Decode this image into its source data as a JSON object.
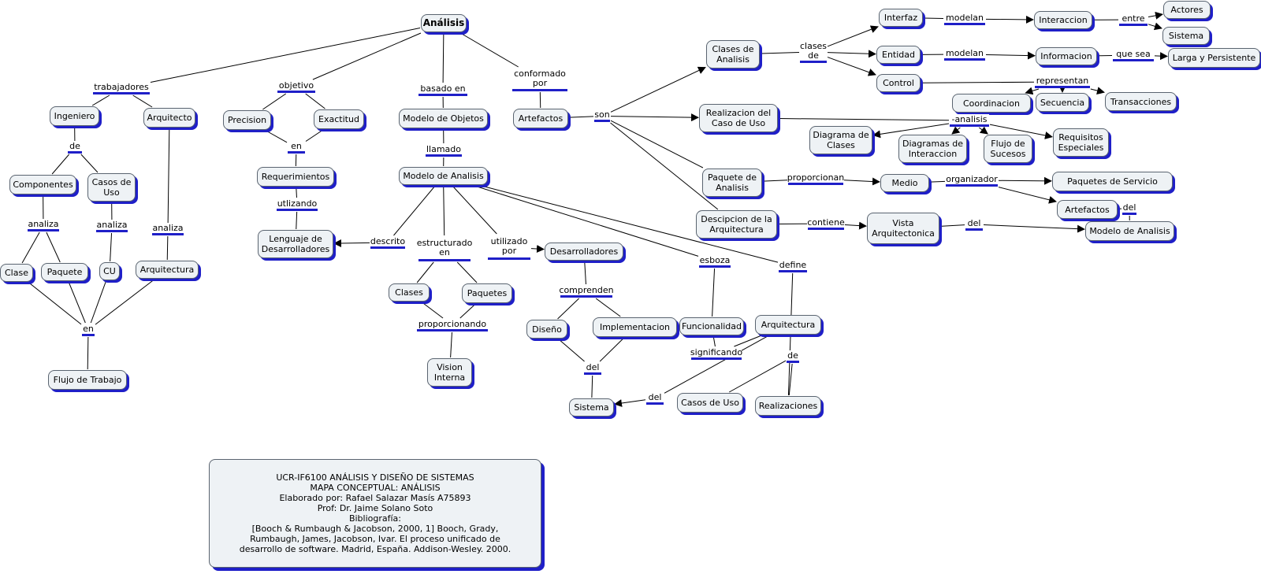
{
  "root": "Análisis",
  "concepts": [
    "Ingeniero",
    "Arquitecto",
    "Componentes",
    "Casos de\nUso",
    "Clase",
    "Paquete",
    "CU",
    "Arquitectura",
    "Flujo de Trabajo",
    "Precision",
    "Exactitud",
    "Requerimientos",
    "Lenguaje de\nDesarrolladores",
    "Modelo de Objetos",
    "Modelo de Analisis",
    "Clases",
    "Paquetes",
    "Vision\nInterna",
    "Desarrolladores",
    "Diseño",
    "Implementacion",
    "Sistema",
    "Funcionalidad",
    "Arquitectura",
    "Realizaciones",
    "Casos de Uso",
    "Artefactos",
    "Clases de\nAnalisis",
    "Realizacion del\nCaso de Uso",
    "Paquete de\nAnalisis",
    "Descipcion de la\nArquitectura",
    "Interfaz",
    "Entidad",
    "Control",
    "Interaccion",
    "Informacion",
    "Actores",
    "Sistema",
    "Larga y Persistente",
    "Coordinacion",
    "Secuencia",
    "Transacciones",
    "Diagrama de\nClases",
    "Diagramas de\nInteraccion",
    "Flujo de\nSucesos",
    "Requisitos\nEspeciales",
    "Medio",
    "Paquetes de Servicio",
    "Artefactos",
    "Vista\nArquitectonica",
    "Modelo de Analisis"
  ],
  "linking_phrases": [
    "trabajadores",
    "de",
    "analiza",
    "analiza",
    "analiza",
    "en",
    "objetivo",
    "en",
    "utlizando",
    "basado en",
    "llamado",
    "descrito",
    "estructurado\nen",
    "utilizado\npor",
    "proporcionando",
    "comprenden",
    "del",
    "del",
    "esboza",
    "significando",
    "define",
    "de",
    "conformado\npor",
    "son",
    "clases\nde",
    "modelan",
    "modelan",
    "entre",
    "que sea",
    "representan",
    "-analisis",
    "proporcionan",
    "organizador",
    "del",
    "contiene",
    "del"
  ],
  "footer": [
    "UCR-IF6100 ANÁLISIS Y DISEÑO DE SISTEMAS",
    "MAPA CONCEPTUAL: ANÁLISIS",
    "Elaborado por: Rafael Salazar Masís A75893",
    "Prof: Dr. Jaime Solano Soto",
    "Bibliografía:",
    "[Booch & Rumbaugh & Jacobson, 2000, 1] Booch, Grady,",
    "Rumbaugh, James, Jacobson, Ivar. El proceso unificado de",
    "desarrollo de software. Madrid, España. Addison-Wesley. 2000."
  ]
}
